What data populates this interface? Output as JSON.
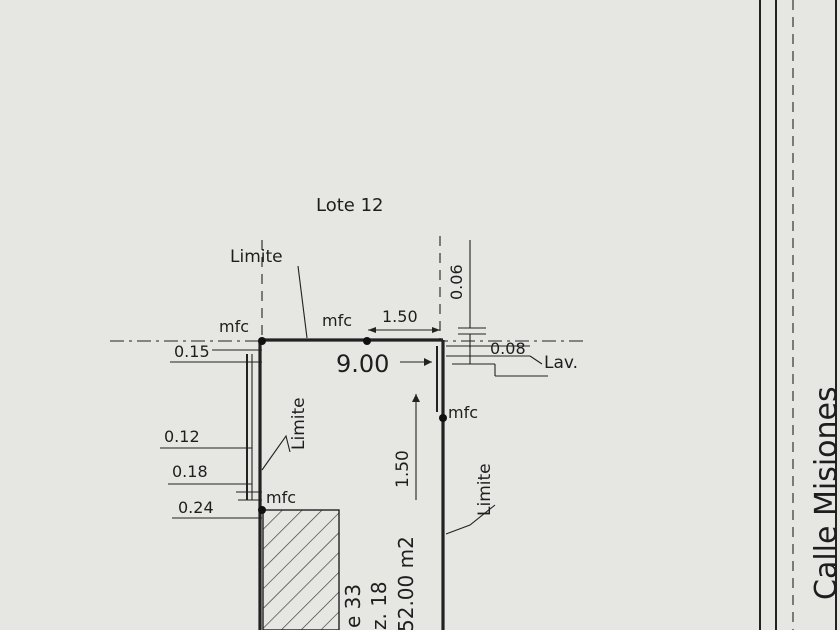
{
  "diagram": {
    "lot_label": "Lote 12",
    "street_label": "Calle Misiones",
    "limit_labels": [
      "Limite",
      "Limite",
      "Limite"
    ],
    "mfc_labels": [
      "mfc",
      "mfc",
      "mfc",
      "mfc"
    ],
    "dimensions": {
      "width_main": "9.00",
      "top_segment": "1.50",
      "top_right_vertical": "0.06",
      "right_offset": "0.08",
      "left_offset": "0.15",
      "left_a": "0.12",
      "left_b": "0.18",
      "left_c": "0.24",
      "right_vertical": "1.50"
    },
    "lav_label": "Lav.",
    "lot_info": {
      "line1": "e 33",
      "line2": "z. 18",
      "line3": "52.00 m2"
    }
  }
}
